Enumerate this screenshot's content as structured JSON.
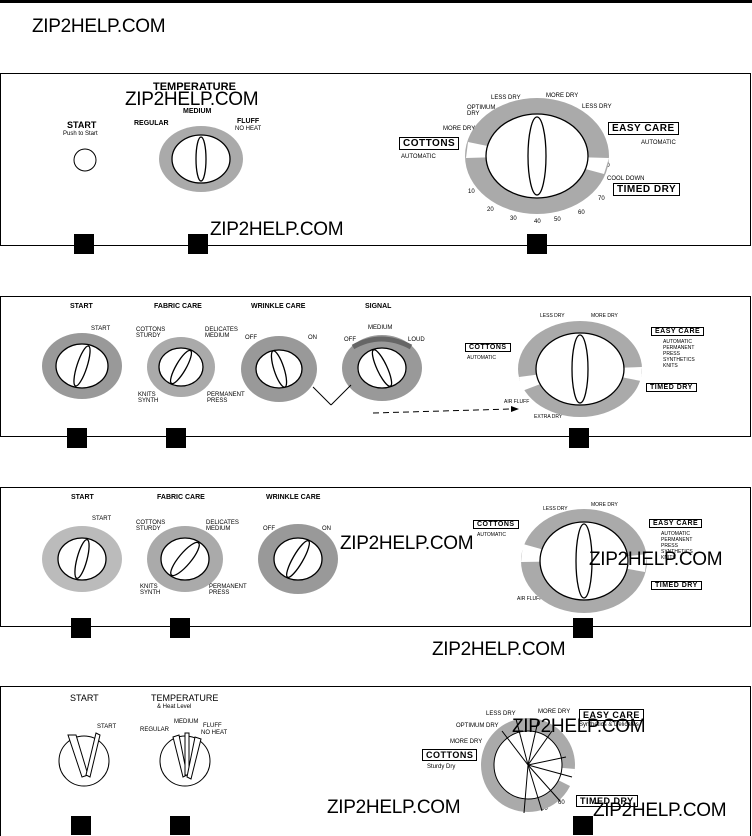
{
  "watermark": "ZIP2HELP.COM",
  "panel1": {
    "start_label": "START",
    "start_sub": "Push to Start",
    "temperature_label": "TEMPERATURE",
    "temp_regular": "REGULAR",
    "temp_medium": "MEDIUM",
    "temp_fluff": "FLUFF",
    "temp_fluff_sub": "NO HEAT",
    "cottons": "COTTONS",
    "cottons_sub": "AUTOMATIC",
    "easy_care": "EASY CARE",
    "easy_care_sub": "AUTOMATIC",
    "timed_dry": "TIMED DRY",
    "less_dry": "LESS DRY",
    "more_dry": "MORE DRY",
    "optimum_dry": "OPTIMUM DRY",
    "less_dry_2": "LESS DRY",
    "more_dry_2": "MORE DRY",
    "cool_down": "COOL DOWN",
    "t10": "10",
    "t20": "20",
    "t30": "30",
    "t40": "40",
    "t50": "50",
    "t60": "60",
    "t70": "70",
    "t80": "80"
  },
  "panel2": {
    "start_label": "START",
    "fabric_care": "FABRIC CARE",
    "wrinkle_care": "WRINKLE CARE",
    "signal": "SIGNAL",
    "start_tick": "START",
    "cottons_sturdy": "COTTONS STURDY",
    "delicates": "DELICATES MEDIUM",
    "knits": "KNITS SYNTH",
    "permanent": "PERMANENT PRESS",
    "off": "OFF",
    "on": "ON",
    "medium": "MEDIUM",
    "loud": "LOUD",
    "cottons": "COTTONS",
    "cottons_sub": "AUTOMATIC",
    "easy_care": "EASY CARE",
    "easy_care_sub": "AUTOMATIC PERMANENT PRESS SYNTHETICS KNITS",
    "timed_dry": "TIMED DRY",
    "air_fluff": "AIR FLUFF",
    "extra_dry": "EXTRA DRY",
    "less_dry": "LESS DRY",
    "more_dry": "MORE DRY"
  },
  "panel3": {
    "start_label": "START",
    "fabric_care": "FABRIC CARE",
    "wrinkle_care": "WRINKLE CARE",
    "start_tick": "START",
    "cottons_sturdy": "COTTONS STURDY",
    "delicates": "DELICATES MEDIUM",
    "knits": "KNITS SYNTH",
    "permanent": "PERMANENT PRESS",
    "off": "OFF",
    "on": "ON",
    "cottons": "COTTONS",
    "cottons_sub": "AUTOMATIC",
    "easy_care": "EASY CARE",
    "easy_care_sub": "AUTOMATIC PERMANENT PRESS SYNTHETICS KNITS",
    "timed_dry": "TIMED DRY",
    "air_fluff": "AIR FLUFF",
    "more_dry": "MORE DRY",
    "less_dry": "LESS DRY"
  },
  "panel4": {
    "start_label": "START",
    "temperature_label": "TEMPERATURE",
    "temperature_sub": "& Heat Level",
    "start_tick": "START",
    "temp_regular": "REGULAR",
    "temp_medium": "MEDIUM",
    "temp_fluff": "FLUFF",
    "temp_fluff_sub": "NO HEAT",
    "less_dry": "LESS DRY",
    "more_dry": "MORE DRY",
    "optimum_dry": "OPTIMUM DRY",
    "more_dry_2": "MORE DRY",
    "cottons": "COTTONS",
    "cottons_sub": "Sturdy Dry",
    "easy_care": "EASY CARE",
    "easy_care_sub": "Synthetics & Delicates",
    "timed_dry": "TIMED DRY",
    "t60": "60",
    "t50": "50"
  }
}
